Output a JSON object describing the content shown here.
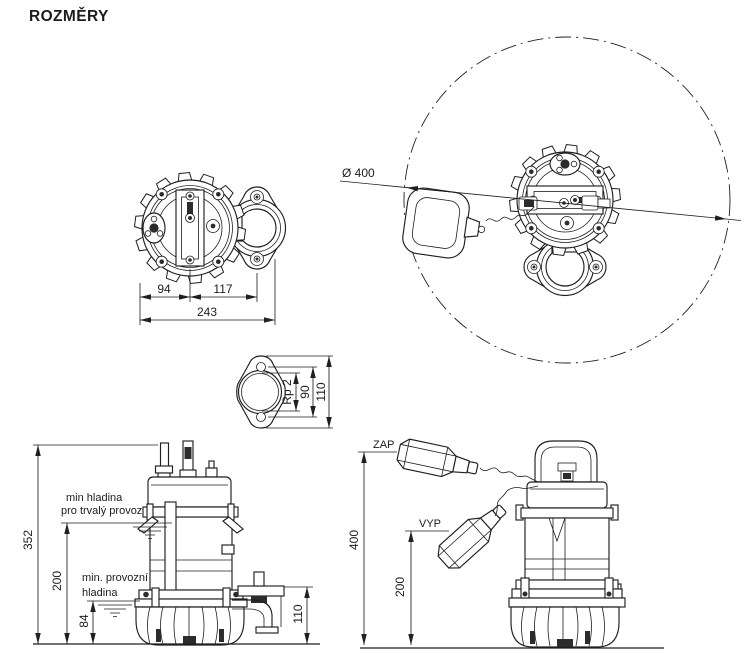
{
  "title": "ROZMĚRY",
  "top_view": {
    "dim_left": "94",
    "dim_right": "117",
    "dim_total": "243"
  },
  "float_circle_view": {
    "swing_diameter": "Ø 400"
  },
  "flange_detail": {
    "thread_size": "Rp 2",
    "bolt_spacing": "90",
    "overall_height": "110"
  },
  "side_view": {
    "total_height": "352",
    "continuous_level_height": "200",
    "min_level_height": "84",
    "outlet_height": "110",
    "continuous_label_line1": "min hladina",
    "continuous_label_line2": "pro trvalý provoz",
    "operating_label_line1": "min. provozní",
    "operating_label_line2": "hladina"
  },
  "float_view": {
    "on_label": "ZAP",
    "off_label": "VYP",
    "on_height": "400",
    "off_height": "200"
  },
  "colors": {
    "line": "#1f1f1f",
    "background": "#ffffff"
  }
}
